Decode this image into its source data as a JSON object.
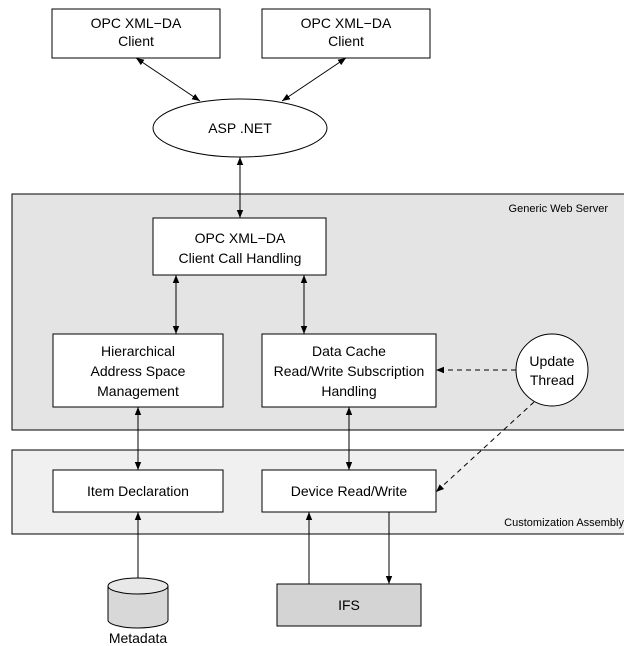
{
  "colors": {
    "generic_region_fill": "#e4e4e4",
    "customization_region_fill": "#f0f0f0",
    "ifs_fill": "#d4d4d4",
    "box_fill": "#ffffff",
    "stroke": "#000000"
  },
  "regions": {
    "generic_web_server": "Generic Web Server",
    "customization_assembly": "Customization Assembly"
  },
  "nodes": {
    "client_1": [
      "OPC XML−DA",
      "Client"
    ],
    "client_2": [
      "OPC XML−DA",
      "Client"
    ],
    "asp_net": [
      "ASP .NET"
    ],
    "call_handling": [
      "OPC XML−DA",
      "Client Call Handling"
    ],
    "address_space": [
      "Hierarchical",
      "Address Space",
      "Management"
    ],
    "data_cache": [
      "Data Cache",
      "Read/Write Subscription",
      "Handling"
    ],
    "update_thread": [
      "Update",
      "Thread"
    ],
    "item_declaration": [
      "Item Declaration"
    ],
    "device_rw": [
      "Device Read/Write"
    ],
    "ifs": [
      "IFS"
    ],
    "metadata": [
      "Metadata"
    ]
  }
}
